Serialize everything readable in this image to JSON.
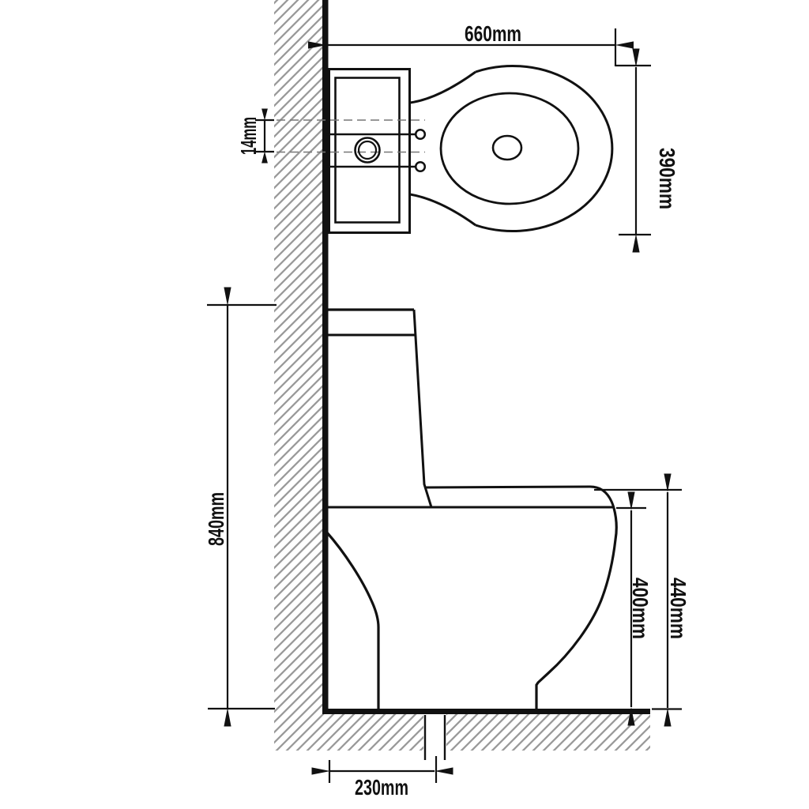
{
  "drawing": {
    "subject": "toilet-technical-drawing",
    "labels": {
      "top_width": "660mm",
      "top_depth": "390mm",
      "hinge_offset": "14mm",
      "total_height": "840mm",
      "seat_height": "440mm",
      "rim_height": "400mm",
      "outlet_offset": "230mm"
    },
    "colors": {
      "line": "#111111",
      "hatch": "#9a9a9a",
      "background": "#ffffff"
    }
  }
}
